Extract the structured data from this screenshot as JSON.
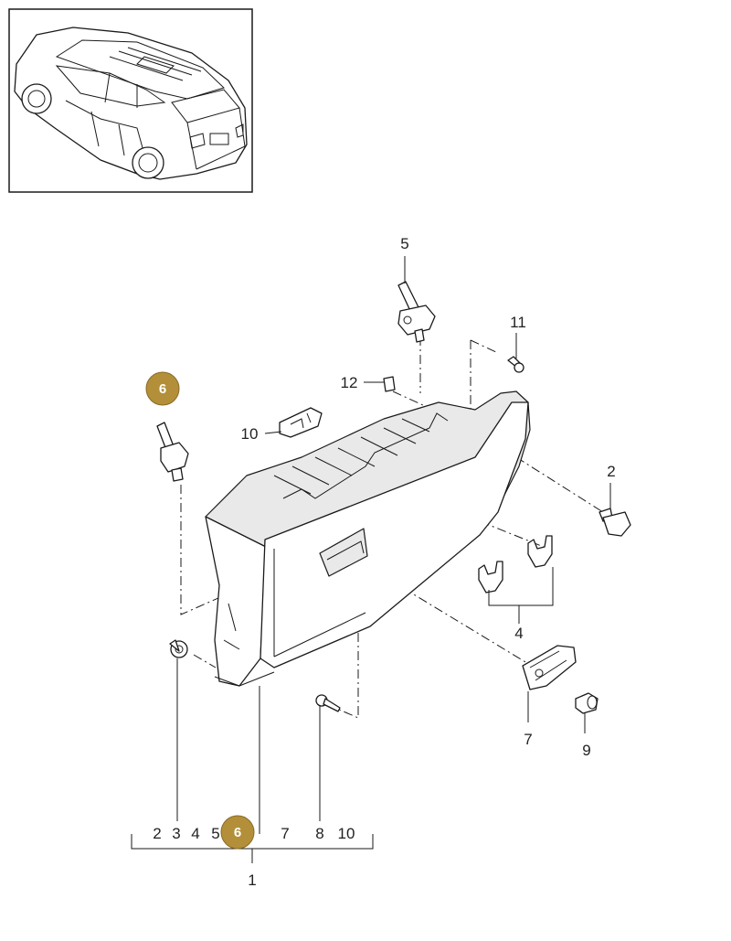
{
  "callouts": {
    "c1": "1",
    "c2": "2",
    "c4": "4",
    "c5": "5",
    "c6": "6",
    "c7": "7",
    "c9": "9",
    "c10": "10",
    "c11": "11",
    "c12": "12"
  },
  "assembly_row": {
    "n2": "2",
    "n3": "3",
    "n4": "4",
    "n5": "5",
    "n6": "6",
    "n7": "7",
    "n8": "8",
    "n10": "10"
  },
  "colors": {
    "highlight_badge": "#b38f3a",
    "line": "#1a1a1a",
    "background": "#ffffff"
  }
}
